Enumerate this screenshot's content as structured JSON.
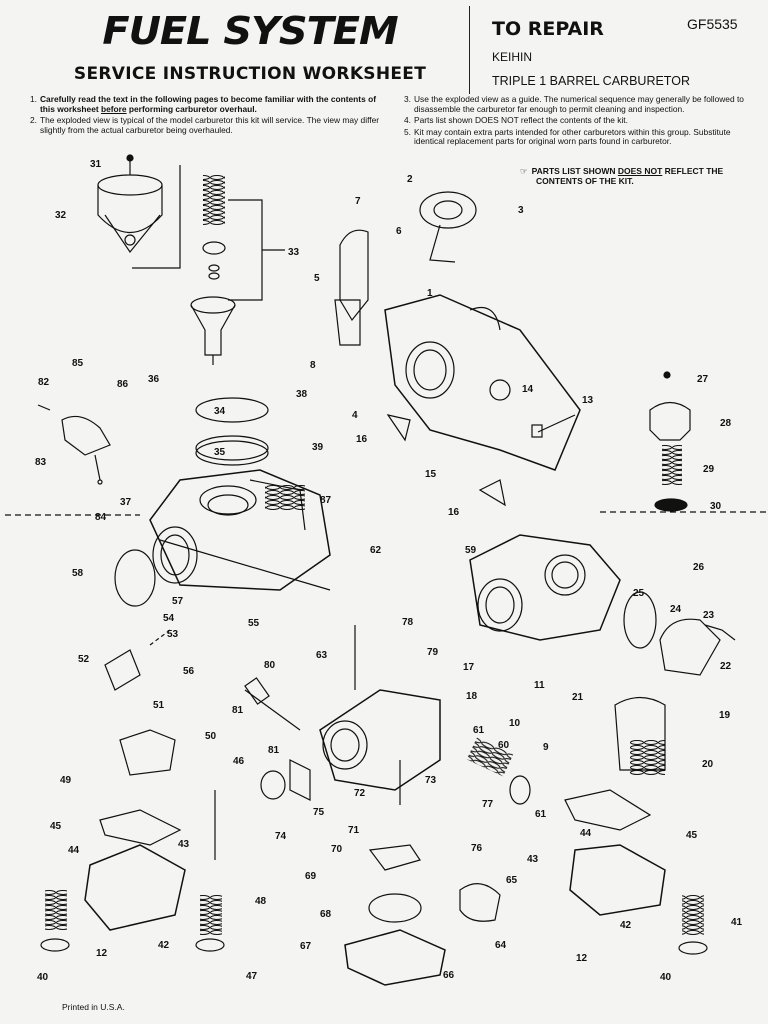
{
  "header": {
    "title": "FUEL SYSTEM",
    "subtitle": "SERVICE INSTRUCTION WORKSHEET",
    "to_repair": "TO REPAIR",
    "part_number": "GF5535",
    "make": "KEIHIN",
    "model": "TRIPLE 1 BARREL CARBURETOR"
  },
  "instructions": {
    "left": [
      {
        "num": "1.",
        "bold": "Carefully read the text in the following pages to become familiar with the contents of this worksheet ",
        "underline": "before",
        "bold_end": " performing carburetor overhaul."
      },
      {
        "num": "2.",
        "text": "The exploded view is typical of the model carburetor this kit will service. The view may differ slightly from the actual carburetor being overhauled."
      }
    ],
    "right": [
      {
        "num": "3.",
        "text": "Use the exploded view as a guide. The numerical sequence may generally be followed to disassemble the carburetor far enough to permit cleaning and inspection."
      },
      {
        "num": "4.",
        "text": "Parts list shown DOES NOT reflect the contents of the kit."
      },
      {
        "num": "5.",
        "text": "Kit may contain extra parts intended for other carburetors within this group. Substitute identical replacement parts for original worn parts found in carburetor."
      }
    ]
  },
  "kit_note": {
    "icon": "pointing-hand-icon",
    "line1": "PARTS LIST SHOWN ",
    "emph": "DOES NOT",
    "line1_end": " REFLECT THE",
    "line2": "CONTENTS OF THE KIT."
  },
  "callouts": [
    "31",
    "32",
    "33",
    "2",
    "7",
    "3",
    "6",
    "1",
    "5",
    "8",
    "85",
    "82",
    "86",
    "36",
    "38",
    "34",
    "39",
    "35",
    "37",
    "87",
    "83",
    "84",
    "4",
    "16",
    "15",
    "14",
    "13",
    "27",
    "28",
    "29",
    "30",
    "26",
    "25",
    "24",
    "23",
    "22",
    "19",
    "20",
    "21",
    "11",
    "10",
    "9",
    "17",
    "18",
    "61",
    "60",
    "58",
    "57",
    "54",
    "53",
    "55",
    "56",
    "62",
    "59",
    "52",
    "51",
    "50",
    "49",
    "46",
    "45",
    "44",
    "43",
    "48",
    "42",
    "12",
    "40",
    "47",
    "63",
    "78",
    "79",
    "80",
    "81",
    "74",
    "75",
    "72",
    "73",
    "77",
    "71",
    "70",
    "69",
    "68",
    "67",
    "66",
    "65",
    "64",
    "76",
    "41"
  ],
  "footer": "Printed in U.S.A."
}
